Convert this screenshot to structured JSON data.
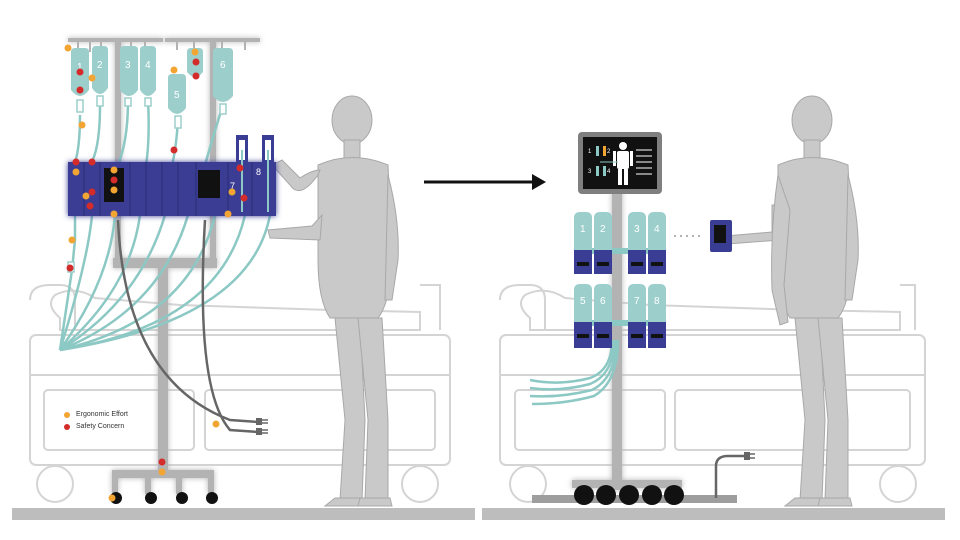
{
  "legend": {
    "items": [
      {
        "label": "Ergonomic Effort",
        "color": "#f3a534"
      },
      {
        "label": "Safety Concern",
        "color": "#d42b2b"
      }
    ]
  },
  "left_scene": {
    "bag_labels": [
      "1",
      "2",
      "3",
      "4",
      "5",
      "6"
    ],
    "pump_labels": [
      "7",
      "8"
    ]
  },
  "right_scene": {
    "module_labels_top": [
      "1",
      "2",
      "3",
      "4"
    ],
    "module_labels_bottom": [
      "5",
      "6",
      "7",
      "8"
    ],
    "screen_labels": [
      "1",
      "2",
      "3",
      "4"
    ]
  },
  "colors": {
    "tube": "#8cc8c4",
    "bag": "#9ccfcc",
    "pump": "#3a3d94",
    "figure": "#c9c9c9",
    "bed_outline": "#d4d4d4",
    "floor": "#bdbdbd",
    "ergonomic": "#f3a534",
    "safety": "#d42b2b"
  }
}
